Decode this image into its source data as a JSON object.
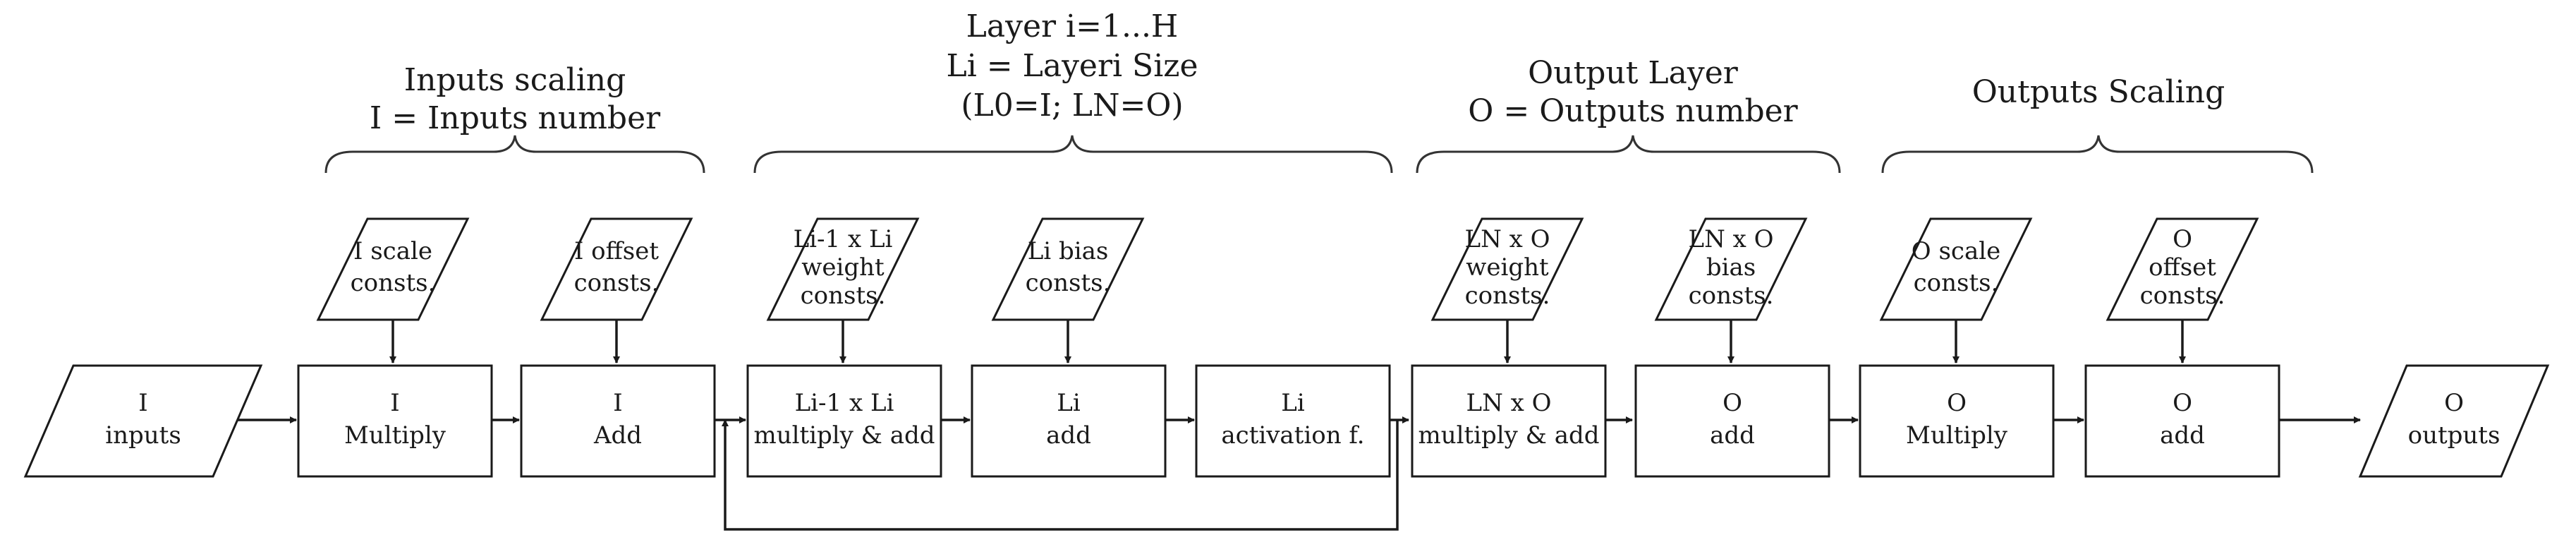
{
  "groups": [
    {
      "id": "inputs-scaling",
      "lines": [
        "Inputs scaling",
        "I = Inputs number"
      ]
    },
    {
      "id": "hidden-layer",
      "lines": [
        "Layer i=1...H",
        "Li = Layeri Size",
        "(L0=I; LN=O)"
      ]
    },
    {
      "id": "output-layer",
      "lines": [
        "Output Layer",
        "O = Outputs number"
      ]
    },
    {
      "id": "outputs-scaling",
      "lines": [
        "Outputs Scaling"
      ]
    }
  ],
  "constants": [
    {
      "id": "i-scale",
      "lines": [
        "I scale",
        "consts."
      ]
    },
    {
      "id": "i-offset",
      "lines": [
        "I offset",
        "consts."
      ]
    },
    {
      "id": "layer-weight",
      "lines": [
        "Li-1 x Li",
        "weight",
        "consts."
      ]
    },
    {
      "id": "layer-bias",
      "lines": [
        "Li bias",
        "consts."
      ]
    },
    {
      "id": "output-weight",
      "lines": [
        "LN x O",
        "weight",
        "consts."
      ]
    },
    {
      "id": "output-bias",
      "lines": [
        "LN x O",
        "bias",
        "consts."
      ]
    },
    {
      "id": "o-scale",
      "lines": [
        "O scale",
        "consts."
      ]
    },
    {
      "id": "o-offset",
      "lines": [
        "O",
        "offset",
        "consts."
      ]
    }
  ],
  "blocks": [
    {
      "id": "inputs",
      "shape": "parallelogram",
      "lines": [
        "I",
        "inputs"
      ]
    },
    {
      "id": "i-multiply",
      "shape": "rect",
      "lines": [
        "I",
        "Multiply"
      ]
    },
    {
      "id": "i-add",
      "shape": "rect",
      "lines": [
        "I",
        "Add"
      ]
    },
    {
      "id": "layer-multiply-add",
      "shape": "rect",
      "lines": [
        "Li-1 x Li",
        "multiply & add"
      ]
    },
    {
      "id": "layer-add",
      "shape": "rect",
      "lines": [
        "Li",
        "add"
      ]
    },
    {
      "id": "layer-activation",
      "shape": "rect",
      "lines": [
        "Li",
        "activation f."
      ]
    },
    {
      "id": "output-multiply-add",
      "shape": "rect",
      "lines": [
        "LN x O",
        "multiply & add"
      ]
    },
    {
      "id": "o-add-bias",
      "shape": "rect",
      "lines": [
        "O",
        "add"
      ]
    },
    {
      "id": "o-multiply",
      "shape": "rect",
      "lines": [
        "O",
        "Multiply"
      ]
    },
    {
      "id": "o-add",
      "shape": "rect",
      "lines": [
        "O",
        "add"
      ]
    },
    {
      "id": "outputs",
      "shape": "parallelogram",
      "lines": [
        "O",
        "outputs"
      ]
    }
  ]
}
